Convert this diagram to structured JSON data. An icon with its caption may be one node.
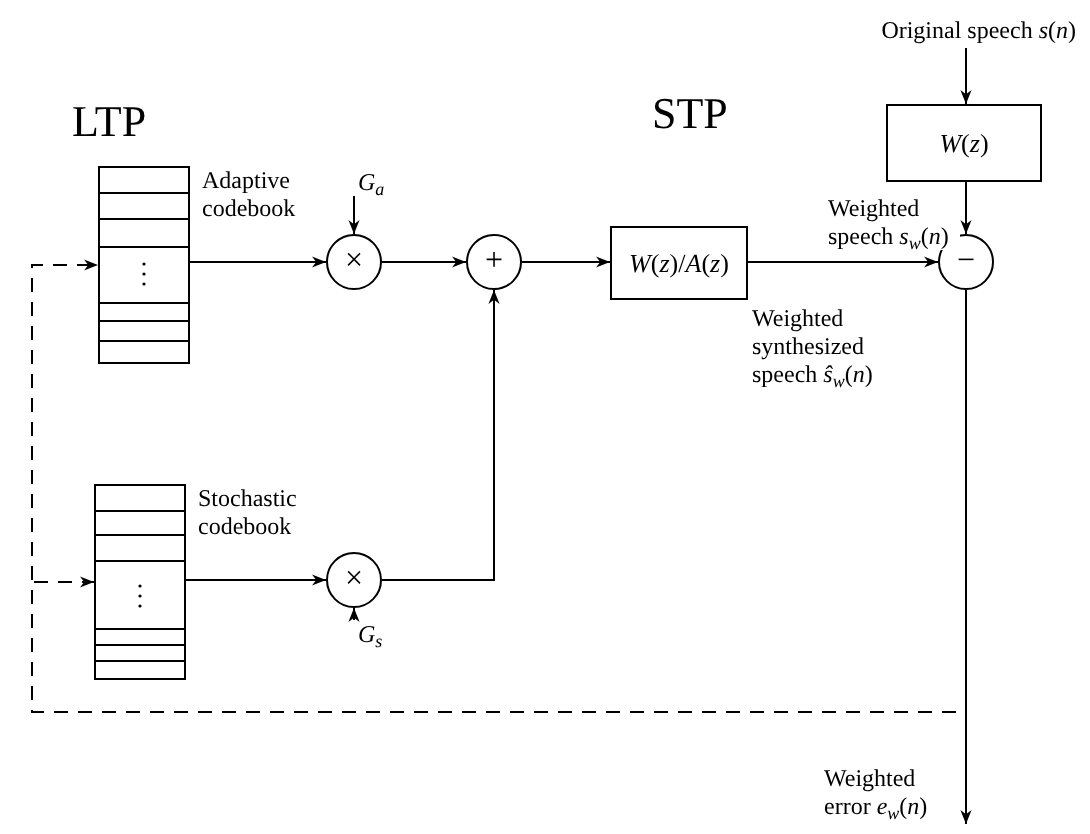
{
  "diagram": {
    "nodes": [
      {
        "text": [
          "Adaptive codebook"
        ]
      },
      {
        "text": [
          "×"
        ]
      },
      {
        "text": [
          "G$_{a}$"
        ]
      },
      {
        "text": [
          "+"
        ]
      },
      {
        "text": [
          "Stochastic codebook"
        ]
      },
      {
        "text": [
          "×"
        ]
      },
      {
        "text": [
          "G$_{s}$"
        ]
      },
      {
        "text": [
          "*W*(*z*)/*A*(*z*)"
        ]
      },
      {
        "text": [
          "Original speech *s*(*n*)"
        ]
      },
      {
        "text": [
          "*W*(*z*)"
        ]
      },
      {
        "text": [
          "−"
        ]
      },
      {
        "text": [
          "Weighted error *e*$_{w}$(*n*)"
        ]
      }
    ],
    "edges": [
      {
        "from": 0,
        "to": 1,
        "arrow": "to"
      },
      {
        "from": 2,
        "to": 1,
        "arrow": "to"
      },
      {
        "from": 1,
        "to": 3,
        "arrow": "to"
      },
      {
        "from": 4,
        "to": 5,
        "arrow": "to"
      },
      {
        "from": 6,
        "to": 5,
        "arrow": "to"
      },
      {
        "from": 5,
        "to": 3,
        "arrow": "to"
      },
      {
        "from": 3,
        "to": 7,
        "arrow": "to"
      },
      {
        "from": 8,
        "to": 9,
        "arrow": "to"
      },
      {
        "from": 9,
        "to": 10,
        "arrow": "to",
        "label": "Weighted speech *s*$_{w}$(*n*)"
      },
      {
        "from": 7,
        "to": 10,
        "arrow": "to",
        "label": "Weighted synthesized speech *ŝ*$_{w}$(*n*)"
      },
      {
        "from": 10,
        "to": 11,
        "arrow": "to"
      },
      {
        "from": 10,
        "to": 0,
        "arrow": "to",
        "style": "dashed"
      },
      {
        "from": 10,
        "to": 4,
        "arrow": "to",
        "style": "dashed"
      }
    ],
    "labels": [
      "LTP",
      "STP"
    ]
  }
}
